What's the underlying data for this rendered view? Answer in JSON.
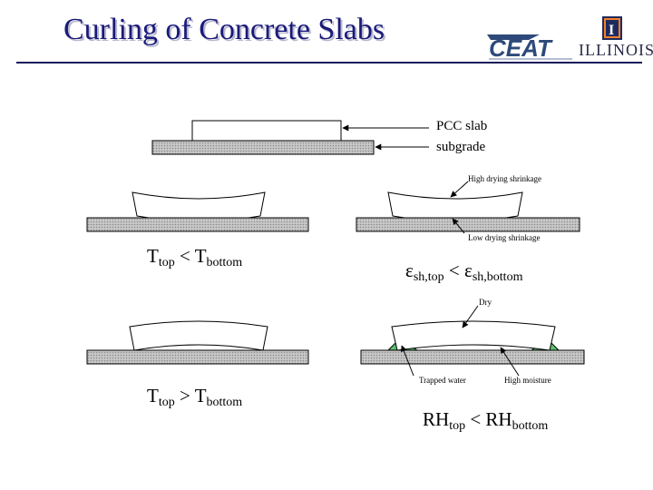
{
  "slide": {
    "title": "Curling of Concrete Slabs"
  },
  "logos": {
    "ceat_text": "CEAT",
    "illinois_text": "ILLINOIS",
    "illinois_mark": "I"
  },
  "labels": {
    "pcc_slab": "PCC slab",
    "subgrade": "subgrade",
    "high_drying_shrinkage": "High drying shrinkage",
    "low_drying_shrinkage": "Low drying shrinkage",
    "dry": "Dry",
    "trapped_water": "Trapped water",
    "high_moisture": "High moisture"
  },
  "equations": {
    "temp_1": {
      "a": "T",
      "a_sub": "top",
      "op": " < ",
      "b": "T",
      "b_sub": "bottom"
    },
    "temp_2": {
      "a": "T",
      "a_sub": "top",
      "op": " > ",
      "b": "T",
      "b_sub": "bottom"
    },
    "shrink": {
      "a": "ε",
      "a_sub": "sh,top",
      "op": " < ",
      "b": "ε",
      "b_sub": "sh,bottom"
    },
    "rh": {
      "a": "RH",
      "a_sub": "top",
      "op": " < ",
      "b": "RH",
      "b_sub": "bottom"
    }
  },
  "colors": {
    "title": "#1a1a7a",
    "subgrade_fill": "#c8c8c8",
    "moisture_fill": "#5cbf6e"
  }
}
